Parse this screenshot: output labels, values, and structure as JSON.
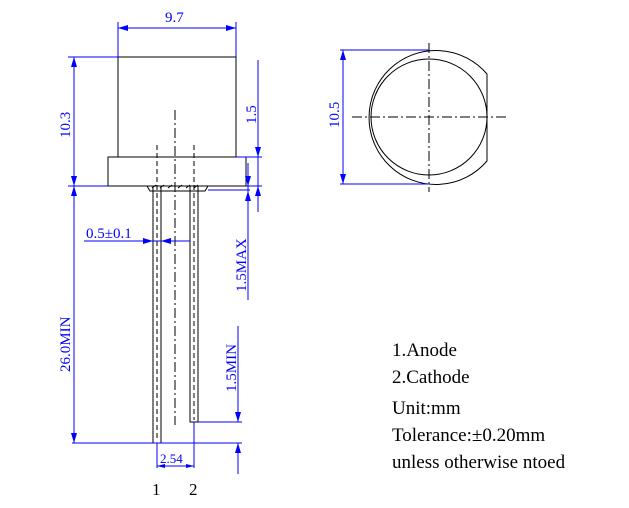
{
  "dimensions": {
    "body_width": "9.7",
    "body_height": "10.3",
    "flange_height": "1.5",
    "diameter": "10.5",
    "lead_width": "0.5±0.1",
    "lead_length": "26.0MIN",
    "seal_max": "1.5MAX",
    "lead_diff": "1.5MIN",
    "pitch": "2.54"
  },
  "pins": {
    "pin1": "1",
    "pin2": "2"
  },
  "notes": {
    "line1": "1.Anode",
    "line2": "2.Cathode",
    "line3": "Unit:mm",
    "line4": "Tolerance:±0.20mm",
    "line5": "unless otherwise ntoed"
  },
  "colors": {
    "dimension": "#0000ff",
    "outline": "#000000"
  }
}
